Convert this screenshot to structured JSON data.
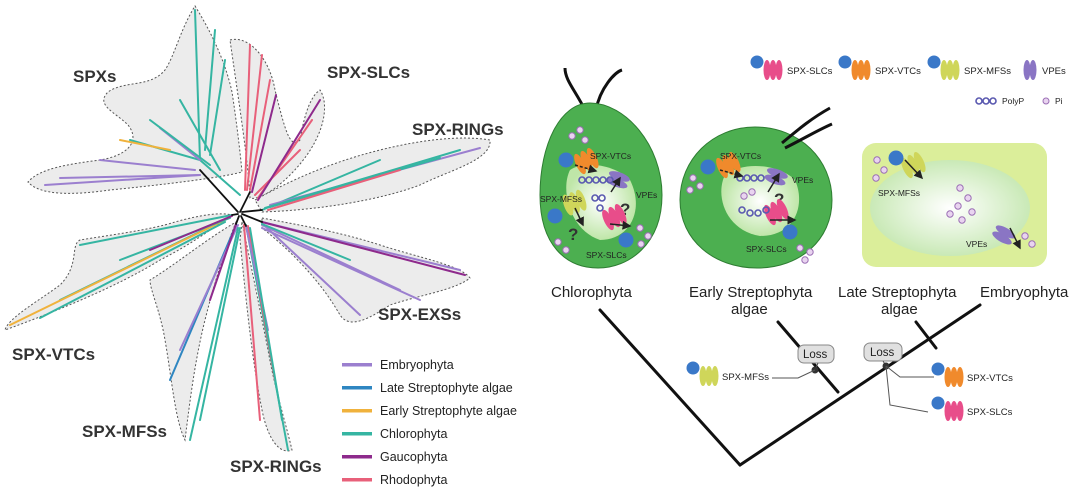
{
  "tree": {
    "clades": [
      "SPXs",
      "SPX-SLCs",
      "SPX-RINGs",
      "SPX-EXSs",
      "SPX-VTCs",
      "SPX-MFSs",
      "SPX-RINGs"
    ],
    "legend": [
      {
        "label": "Embryophyta",
        "color": "#9b7fcf"
      },
      {
        "label": "Late Streptophyte algae",
        "color": "#2e86c1"
      },
      {
        "label": "Early Streptophyte algae",
        "color": "#f0b23c"
      },
      {
        "label": "Chlorophyta",
        "color": "#35b5a2"
      },
      {
        "label": "Gaucophyta",
        "color": "#8e2a8c"
      },
      {
        "label": "Rhodophyta",
        "color": "#e8607a"
      }
    ]
  },
  "model": {
    "key": {
      "slc": "SPX-SLCs",
      "vtc": "SPX-VTCs",
      "mfs": "SPX-MFSs",
      "vpe": "VPEs",
      "polyp": "PolyP",
      "pi": "Pi"
    },
    "chloro_cell": {
      "vtc": "SPX-VTCs",
      "mfs": "SPX-MFSs",
      "vpe": "VPEs",
      "slc": "SPX-SLCs",
      "q": "?"
    },
    "early_cell": {
      "vtc": "SPX-VTCs",
      "vpe": "VPEs",
      "slc": "SPX-SLCs",
      "q": "?"
    },
    "late_cell": {
      "mfs": "SPX-MFSs",
      "vpe": "VPEs"
    },
    "groups": {
      "chlorophyta": "Chlorophyta",
      "early_1": "Early Streptophyta",
      "early_2": "algae",
      "late_1": "Late Streptophyta",
      "late_2": "algae",
      "embryophyta": "Embryophyta"
    },
    "losses": {
      "loss1": "Loss",
      "loss2": "Loss",
      "loss1_item": "SPX-MFSs",
      "loss2_items": [
        "SPX-VTCs",
        "SPX-SLCs"
      ]
    }
  }
}
